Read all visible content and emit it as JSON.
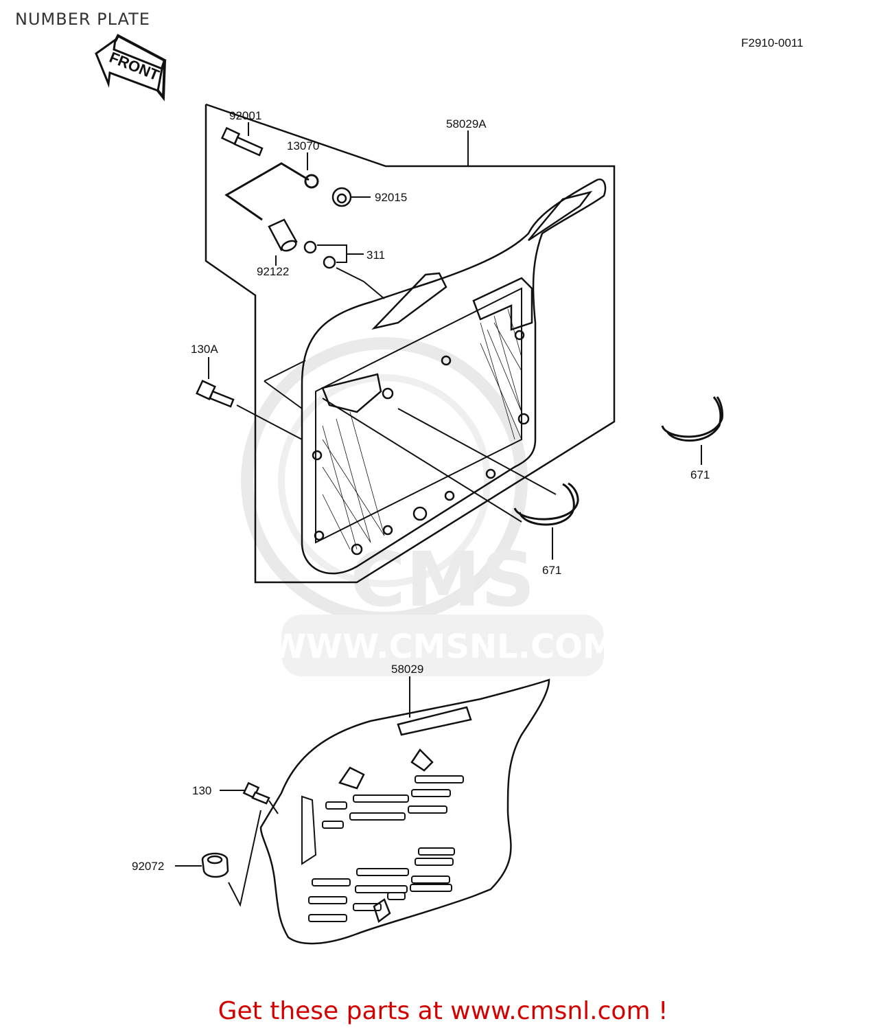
{
  "header": {
    "title": "NUMBER PLATE",
    "diagram_code": "F2910-0011"
  },
  "front_arrow": {
    "label": "FRONT"
  },
  "parts": {
    "p92001": "92001",
    "p13070": "13070",
    "p58029A": "58029A",
    "p92015": "92015",
    "p311": "311",
    "p92122": "92122",
    "p130A": "130A",
    "p671a": "671",
    "p671b": "671",
    "p58029": "58029",
    "p130": "130",
    "p92072": "92072"
  },
  "watermark": {
    "logo_text": "CMS",
    "url_text": "WWW.CMSNL.COM"
  },
  "footer": {
    "text": "Get these parts at www.cmsnl.com !"
  },
  "colors": {
    "line": "#111111",
    "footer": "#d40000",
    "watermark": "#cfcfcf"
  }
}
